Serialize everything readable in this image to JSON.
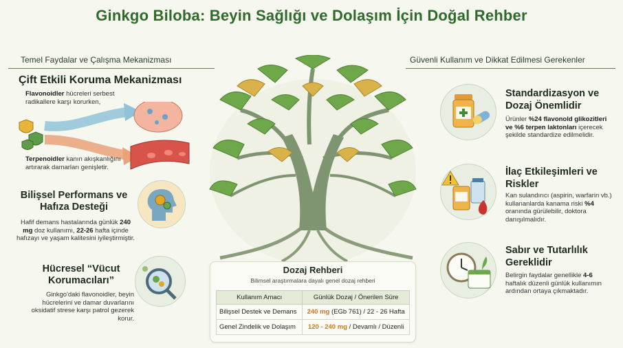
{
  "title": "Ginkgo Biloba: Beyin Sağlığı ve Dolaşım İçin Doğal Rehber",
  "left": {
    "section_title": "Temel Faydalar ve Çalışma Mekanizması",
    "dual": {
      "heading": "Çift Etkili Koruma Mekanizması",
      "text1_bold": "Flavonoidler",
      "text1_rest": " hücreleri serbest",
      "text1_line2": "radikallere karşı korurken,",
      "text2_bold": "Terpenoidler",
      "text2_rest": " kanın akışkanlığını",
      "text2_line2": "artırarak damarları genişletir."
    },
    "cognitive": {
      "heading_line1": "Bilişsel Performans ve",
      "heading_line2": "Hafıza Desteği",
      "line1": "Hafif demans hastalarında günlük ",
      "line1_bold": "240",
      "line2_bold": "mg",
      "line2_mid": " doz kullanımı, ",
      "line2_bold2": "22-26",
      "line2_rest": " hafta içinde",
      "line3": "hafızayı ve yaşam kalitesini iyileştirmiştir."
    },
    "guards": {
      "heading_line1": "Hücresel “Vücut",
      "heading_line2": "Korumacıları”",
      "line1": "Ginkgo'daki flavonoidler, beyin",
      "line2": "hücrelerini ve damar duvarlarını",
      "line3": "oksidatif strese karşı patrol gezerek",
      "line4": "korur."
    }
  },
  "right": {
    "section_title": "Güvenli Kullanım ve Dikkat Edilmesi Gerekenler",
    "standard": {
      "heading_line1": "Standardizasyon ve",
      "heading_line2": "Dozaj Önemlidir",
      "line1": "Ürünler ",
      "line1_bold": "%24 flavonold glikozitleri",
      "line2_bold": "ve %6 terpen laktonları",
      "line2_rest": " içerecek",
      "line3": "şekilde standardize edilmelidir."
    },
    "interactions": {
      "heading_line1": "İlaç Etkileşimleri ve",
      "heading_line2": "Riskler",
      "line1": "Kan sulandırıcı (aspirin, warfarin vb.)",
      "line2": "kullananlarda kanama riski ",
      "line2_bold": "%4",
      "line3": "oranında gürülebilir, doktora",
      "line4": "danışılmalıdır."
    },
    "patience": {
      "heading_line1": "Sabır ve Tutarlılık",
      "heading_line2": "Gereklidir",
      "line1": "Belirgin faydalar genellikle ",
      "line1_bold": "4-6",
      "line2": "haftalık düzenli günlük kullanımın",
      "line3": "ardından ortaya çıkmaktadır."
    }
  },
  "dose": {
    "title": "Dozaj Rehberi",
    "subtitle": "Bilimsel araştırmalara dayalı genel dozaj rehberi",
    "col1": "Kullanım Amacı",
    "col2": "Günlük Dozaj / Önerilen Süre",
    "rows": [
      {
        "purpose": "Bilişsel Destek ve Demans",
        "dose": "240 mg",
        "rest": " (EGb 761) / 22 - 26 Hafta"
      },
      {
        "purpose": "Genel Zindelik ve Dolaşım",
        "dose": "120 - 240 mg",
        "rest": " / Devamlı / Düzenli"
      }
    ]
  },
  "colors": {
    "title": "#2f6a2a",
    "leaf_green": "#6ea84a",
    "leaf_gold": "#d9b34a",
    "trunk": "#7a8f6a",
    "dose_orange": "#d47a12"
  }
}
